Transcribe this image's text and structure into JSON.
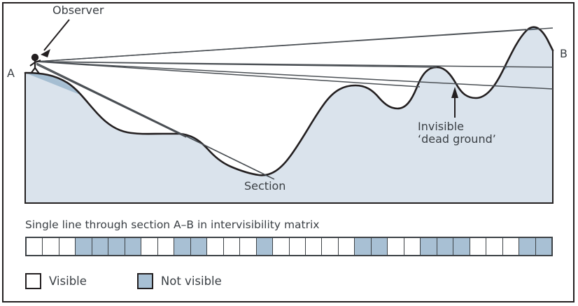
{
  "figure": {
    "labels": {
      "observer": "Observer",
      "point_a": "A",
      "point_b": "B",
      "section": "Section",
      "dead_ground_line1": "Invisible",
      "dead_ground_line2": "‘dead ground’"
    },
    "matrix": {
      "caption": "Single line through section A–B in intervisibility matrix",
      "cells": [
        "visible",
        "visible",
        "visible",
        "notvisible",
        "notvisible",
        "notvisible",
        "notvisible",
        "visible",
        "visible",
        "notvisible",
        "notvisible",
        "visible",
        "visible",
        "visible",
        "notvisible",
        "visible",
        "visible",
        "visible",
        "visible",
        "visible",
        "notvisible",
        "notvisible",
        "visible",
        "visible",
        "notvisible",
        "notvisible",
        "notvisible",
        "visible",
        "visible",
        "visible",
        "notvisible",
        "notvisible"
      ]
    },
    "legend": [
      {
        "key": "visible",
        "label": "Visible"
      },
      {
        "key": "notvisible",
        "label": "Not visible"
      }
    ],
    "colors": {
      "terrain_fill": "#dae3ec",
      "dead_ground_fill": "#a5bed2",
      "matrix_not_visible": "#a8c0d4",
      "outline": "#231f20",
      "text": "#3a3f44",
      "sightline": "#4a4f54"
    }
  }
}
